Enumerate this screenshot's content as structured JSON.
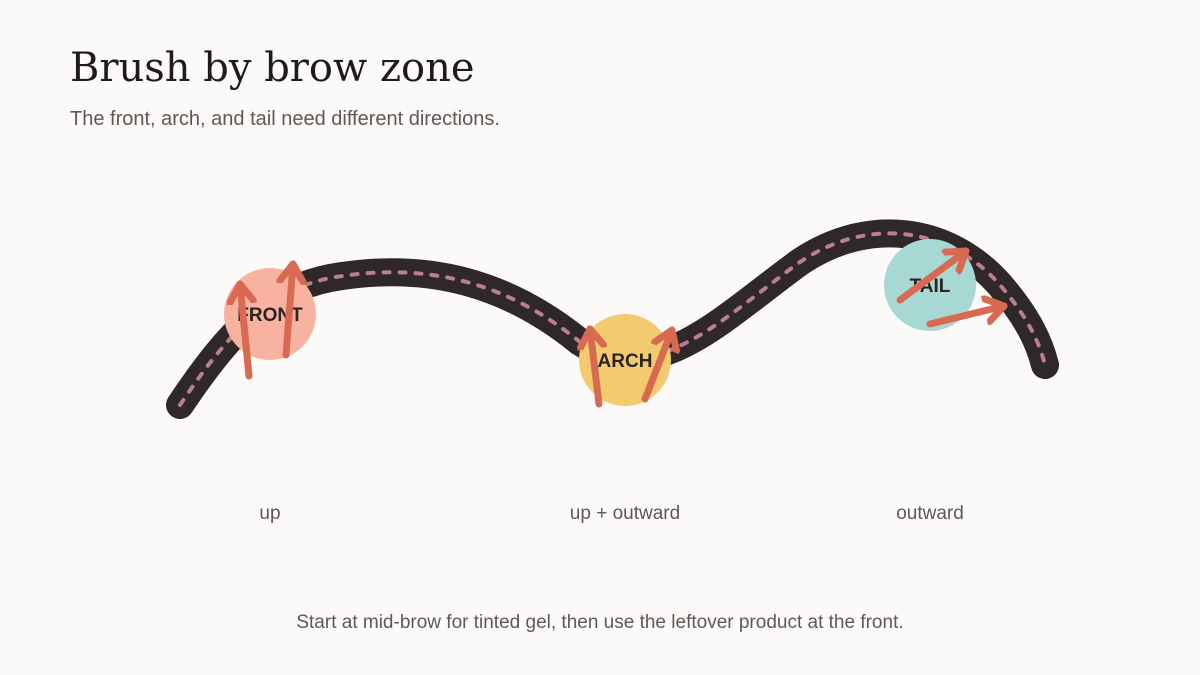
{
  "title": "Brush by brow zone",
  "subtitle": "The front, arch, and tail need different directions.",
  "colors": {
    "brow": "#2f2829",
    "brow_dash": "#b97f8e",
    "arrow": "#d96a52",
    "front": "#f7b3a0",
    "arch": "#f3cb6e",
    "tail": "#a8d8d3"
  },
  "zones": [
    {
      "id": "front",
      "label": "FRONT",
      "direction": "up"
    },
    {
      "id": "arch",
      "label": "ARCH",
      "direction": "up + outward"
    },
    {
      "id": "tail",
      "label": "TAIL",
      "direction": "outward"
    }
  ],
  "footnote": "Start at mid-brow for tinted gel, then use the leftover product at the front."
}
